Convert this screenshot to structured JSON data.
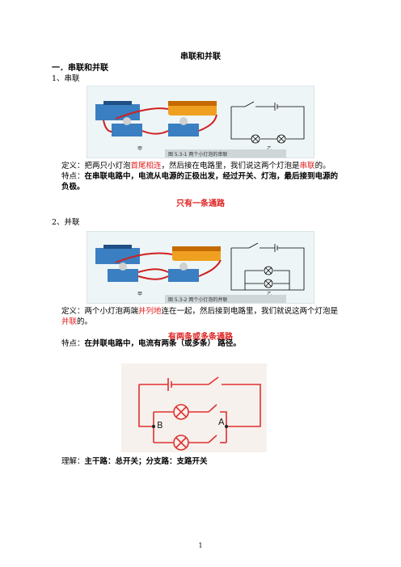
{
  "title": "串联和并联",
  "section1": "一．串联和并联",
  "series": {
    "heading": "1、串联",
    "caption": "图 5.3-1  两个小灯泡的串联",
    "label_a": "甲",
    "label_b": "乙",
    "def_prefix": "定义：把两只小灯泡",
    "def_red1": "首尾相连",
    "def_mid": "，然后接在电路里，我们说这两个灯泡是",
    "def_red2": "串联",
    "def_end": "的。",
    "feature_prefix": "特点：",
    "feature_bold": "在串联电路中，电流从电源的正极出发，经过开关、灯泡，最后接到电源的负极。",
    "note": "只有一条通路"
  },
  "parallel": {
    "heading": "2、并联",
    "caption": "图 5.3-2  两个小灯泡的并联",
    "label_a": "甲",
    "label_b": "乙",
    "def_prefix": "定义：两个小灯泡两端",
    "def_red1": "并列地",
    "def_mid": "连在一起，然后接到电路里，我们就说这两个灯泡是",
    "def_red2": "并联",
    "def_end": "的。",
    "note": "有两条或多条通路",
    "feature_prefix": "特点：",
    "feature_bold": "在并联电路中，电流有两条（或多条） 路径。",
    "node_b": "B",
    "node_a": "A"
  },
  "understanding_prefix": "理解：",
  "understanding_bold": "主干路：总开关；分支路：支路开关",
  "page_number": "1"
}
